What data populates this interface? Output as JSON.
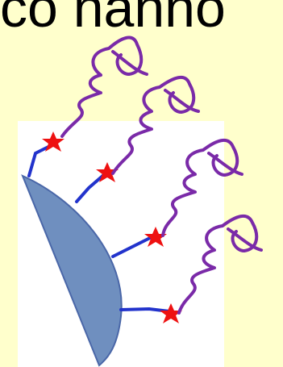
{
  "slide": {
    "title_fragment": "co nanno",
    "background_color": "#FFFFCC"
  },
  "diagram": {
    "particle_color": "#6F8FBF",
    "linker_color": "#2233CC",
    "ligand_color": "#EE1111",
    "protein_color": "#7A2AA8",
    "icons": [
      "nanoparticle-shape",
      "linker-line-icon",
      "red-star-icon",
      "protein-squiggle-icon"
    ],
    "ligand_count": 4
  }
}
